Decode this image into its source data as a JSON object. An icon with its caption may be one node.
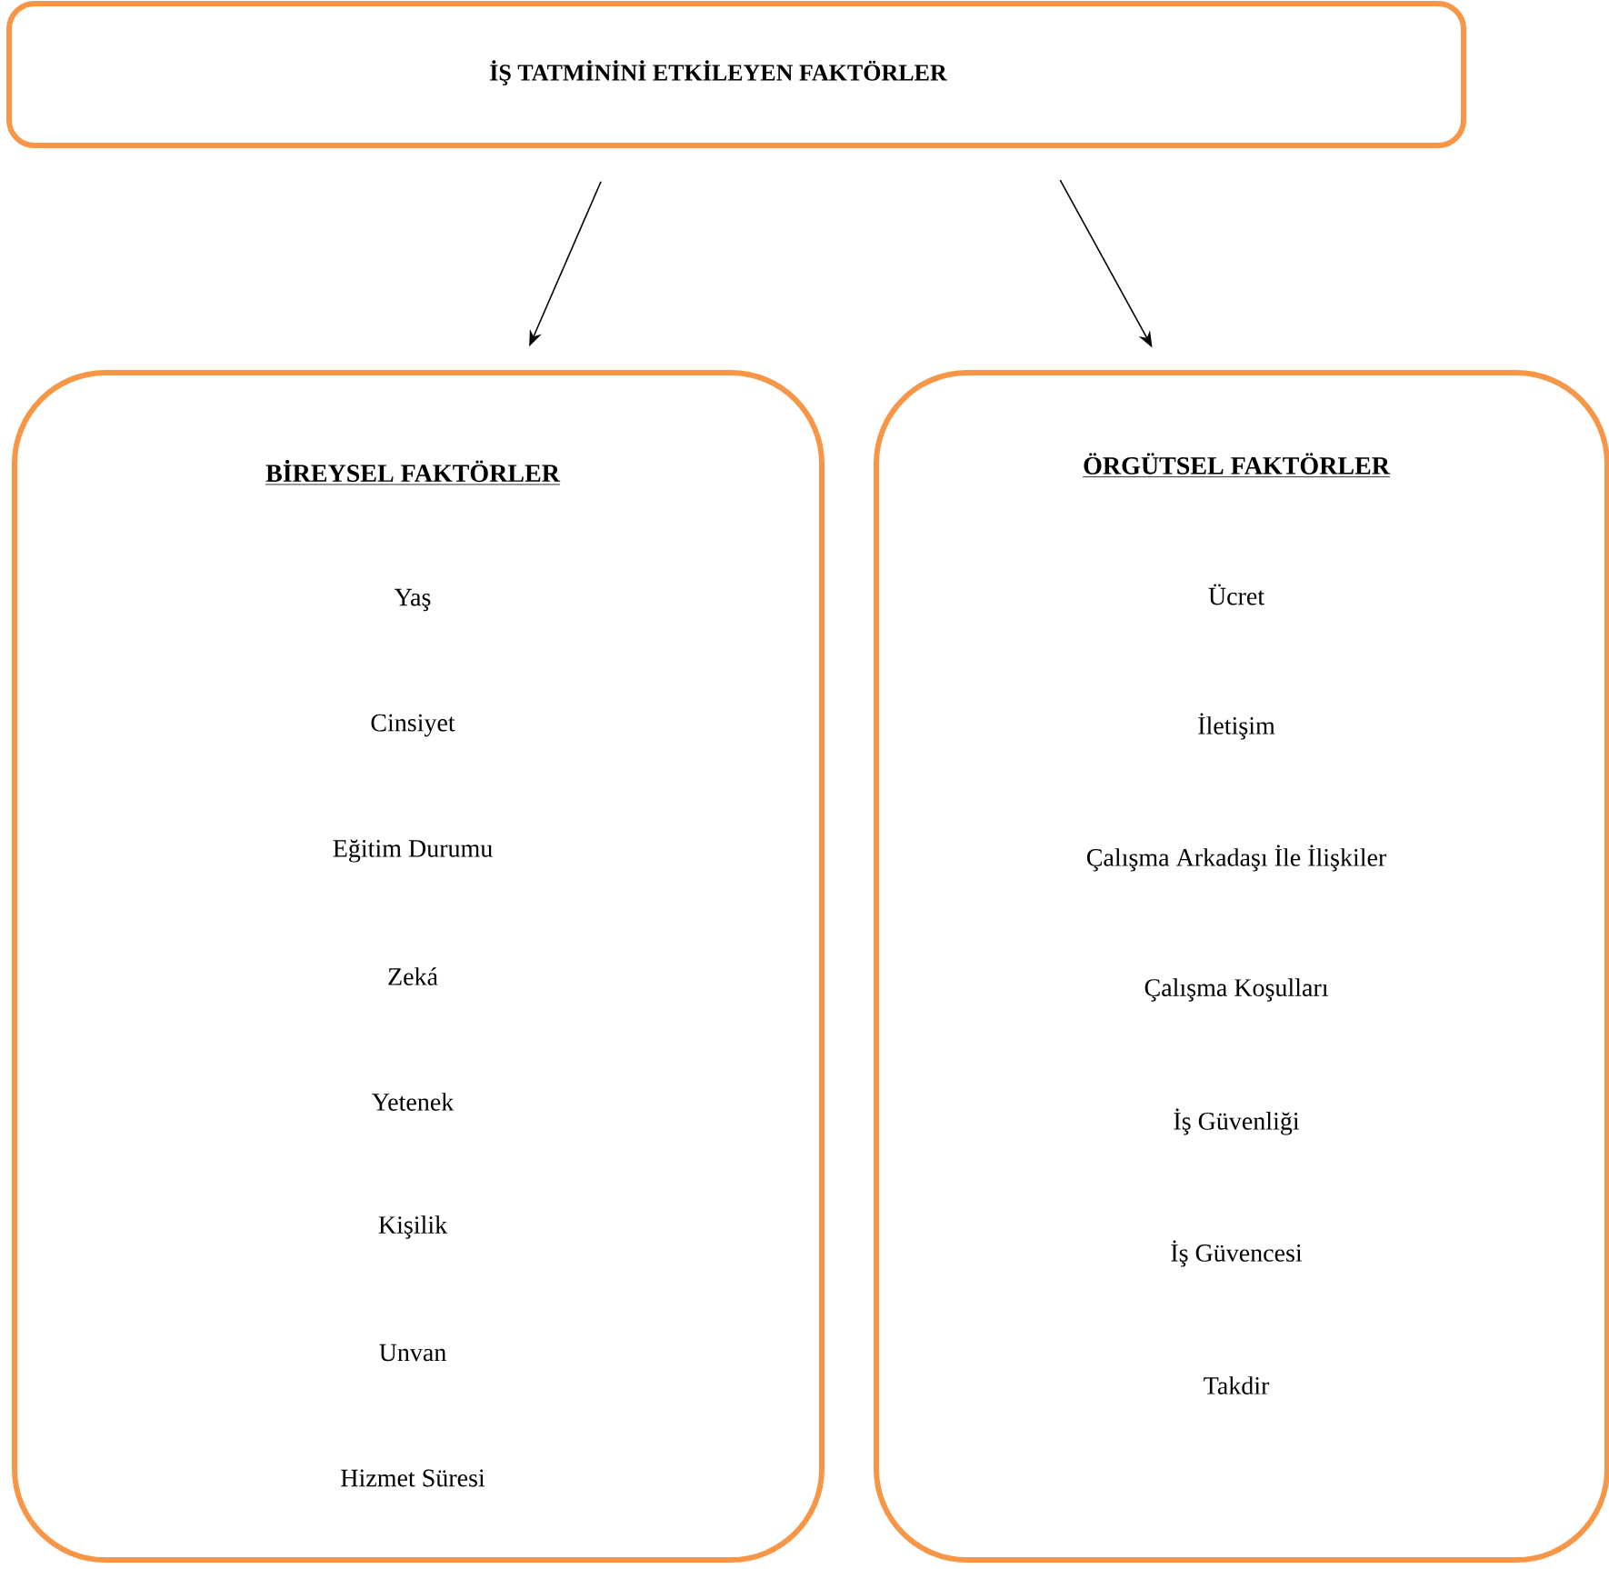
{
  "diagram": {
    "nodes": [
      {
        "text": [
          "İŞ TATMİNİNİ ETKİLEYEN FAKTÖRLER"
        ]
      },
      {
        "text": [
          "BİREYSEL FAKTÖRLER",
          "Yaş",
          "Cinsiyet",
          "Eğitim Durumu",
          "Zeká",
          "Yetenek",
          "Kişilik",
          "Unvan",
          "Hizmet Süresi"
        ]
      },
      {
        "text": [
          "ÖRGÜTSEL FAKTÖRLER",
          "Ücret",
          "İletişim",
          "Çalışma Arkadaşı İle İlişkiler",
          "Çalışma Koşulları",
          "İş Güvenliği",
          "İş Güvencesi",
          "Takdir"
        ]
      }
    ],
    "edges": [
      {
        "from": 0,
        "to": 1,
        "arrow": "to"
      },
      {
        "from": 0,
        "to": 2,
        "arrow": "to"
      }
    ]
  }
}
